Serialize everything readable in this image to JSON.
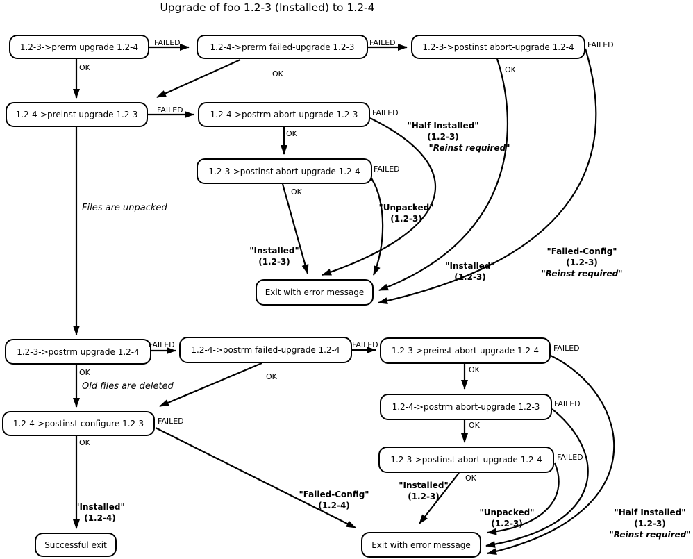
{
  "title": "Upgrade of foo 1.2-3 (Installed) to 1.2-4",
  "labels": {
    "ok": "OK",
    "failed": "FAILED"
  },
  "annotations": {
    "files_unpacked": "Files are unpacked",
    "old_files_deleted": "Old files are deleted"
  },
  "nodes": {
    "prerm_upgrade": "1.2-3->prerm upgrade 1.2-4",
    "prerm_failed_upgrade": "1.2-4->prerm failed-upgrade 1.2-3",
    "postinst_abort_top": "1.2-3->postinst abort-upgrade 1.2-4",
    "preinst_upgrade": "1.2-4->preinst upgrade 1.2-3",
    "postrm_abort_mid": "1.2-4->postrm abort-upgrade 1.2-3",
    "postinst_abort_mid": "1.2-3->postinst abort-upgrade 1.2-4",
    "exit_error_top": "Exit with error message",
    "postrm_upgrade": "1.2-3->postrm upgrade 1.2-4",
    "postrm_failed_upgrade": "1.2-4->postrm failed-upgrade 1.2-4",
    "preinst_abort": "1.2-3->preinst abort-upgrade 1.2-4",
    "postrm_abort_bottom": "1.2-4->postrm abort-upgrade 1.2-3",
    "postinst_abort_bottom": "1.2-3->postinst abort-upgrade 1.2-4",
    "postinst_configure": "1.2-4->postinst configure 1.2-3",
    "successful_exit": "Successful exit",
    "exit_error_bottom": "Exit with error message"
  },
  "states": {
    "half_installed_top": {
      "l1": "\"Half Installed\"",
      "l2": "(1.2-3)",
      "l3": "\"Reinst required\""
    },
    "unpacked_top": {
      "l1": "\"Unpacked\"",
      "l2": "(1.2-3)"
    },
    "installed_left": {
      "l1": "\"Installed\"",
      "l2": "(1.2-3)"
    },
    "installed_right": {
      "l1": "\"Installed\"",
      "l2": "(1.2-3)"
    },
    "failed_config_top": {
      "l1": "\"Failed-Config\"",
      "l2": "(1.2-3)",
      "l3": "\"Reinst required\""
    },
    "installed_bottom_left": {
      "l1": "\"Installed\"",
      "l2": "(1.2-4)"
    },
    "failed_config_bottom": {
      "l1": "\"Failed-Config\"",
      "l2": "(1.2-4)"
    },
    "installed_bottom_mid": {
      "l1": "\"Installed\"",
      "l2": "(1.2-3)"
    },
    "unpacked_bottom": {
      "l1": "\"Unpacked\"",
      "l2": "(1.2-3)"
    },
    "half_installed_bottom": {
      "l1": "\"Half Installed\"",
      "l2": "(1.2-3)",
      "l3": "\"Reinst required\""
    }
  },
  "colors": {
    "line": "#000000",
    "background": "#ffffff",
    "node_fill": "#ffffff"
  }
}
